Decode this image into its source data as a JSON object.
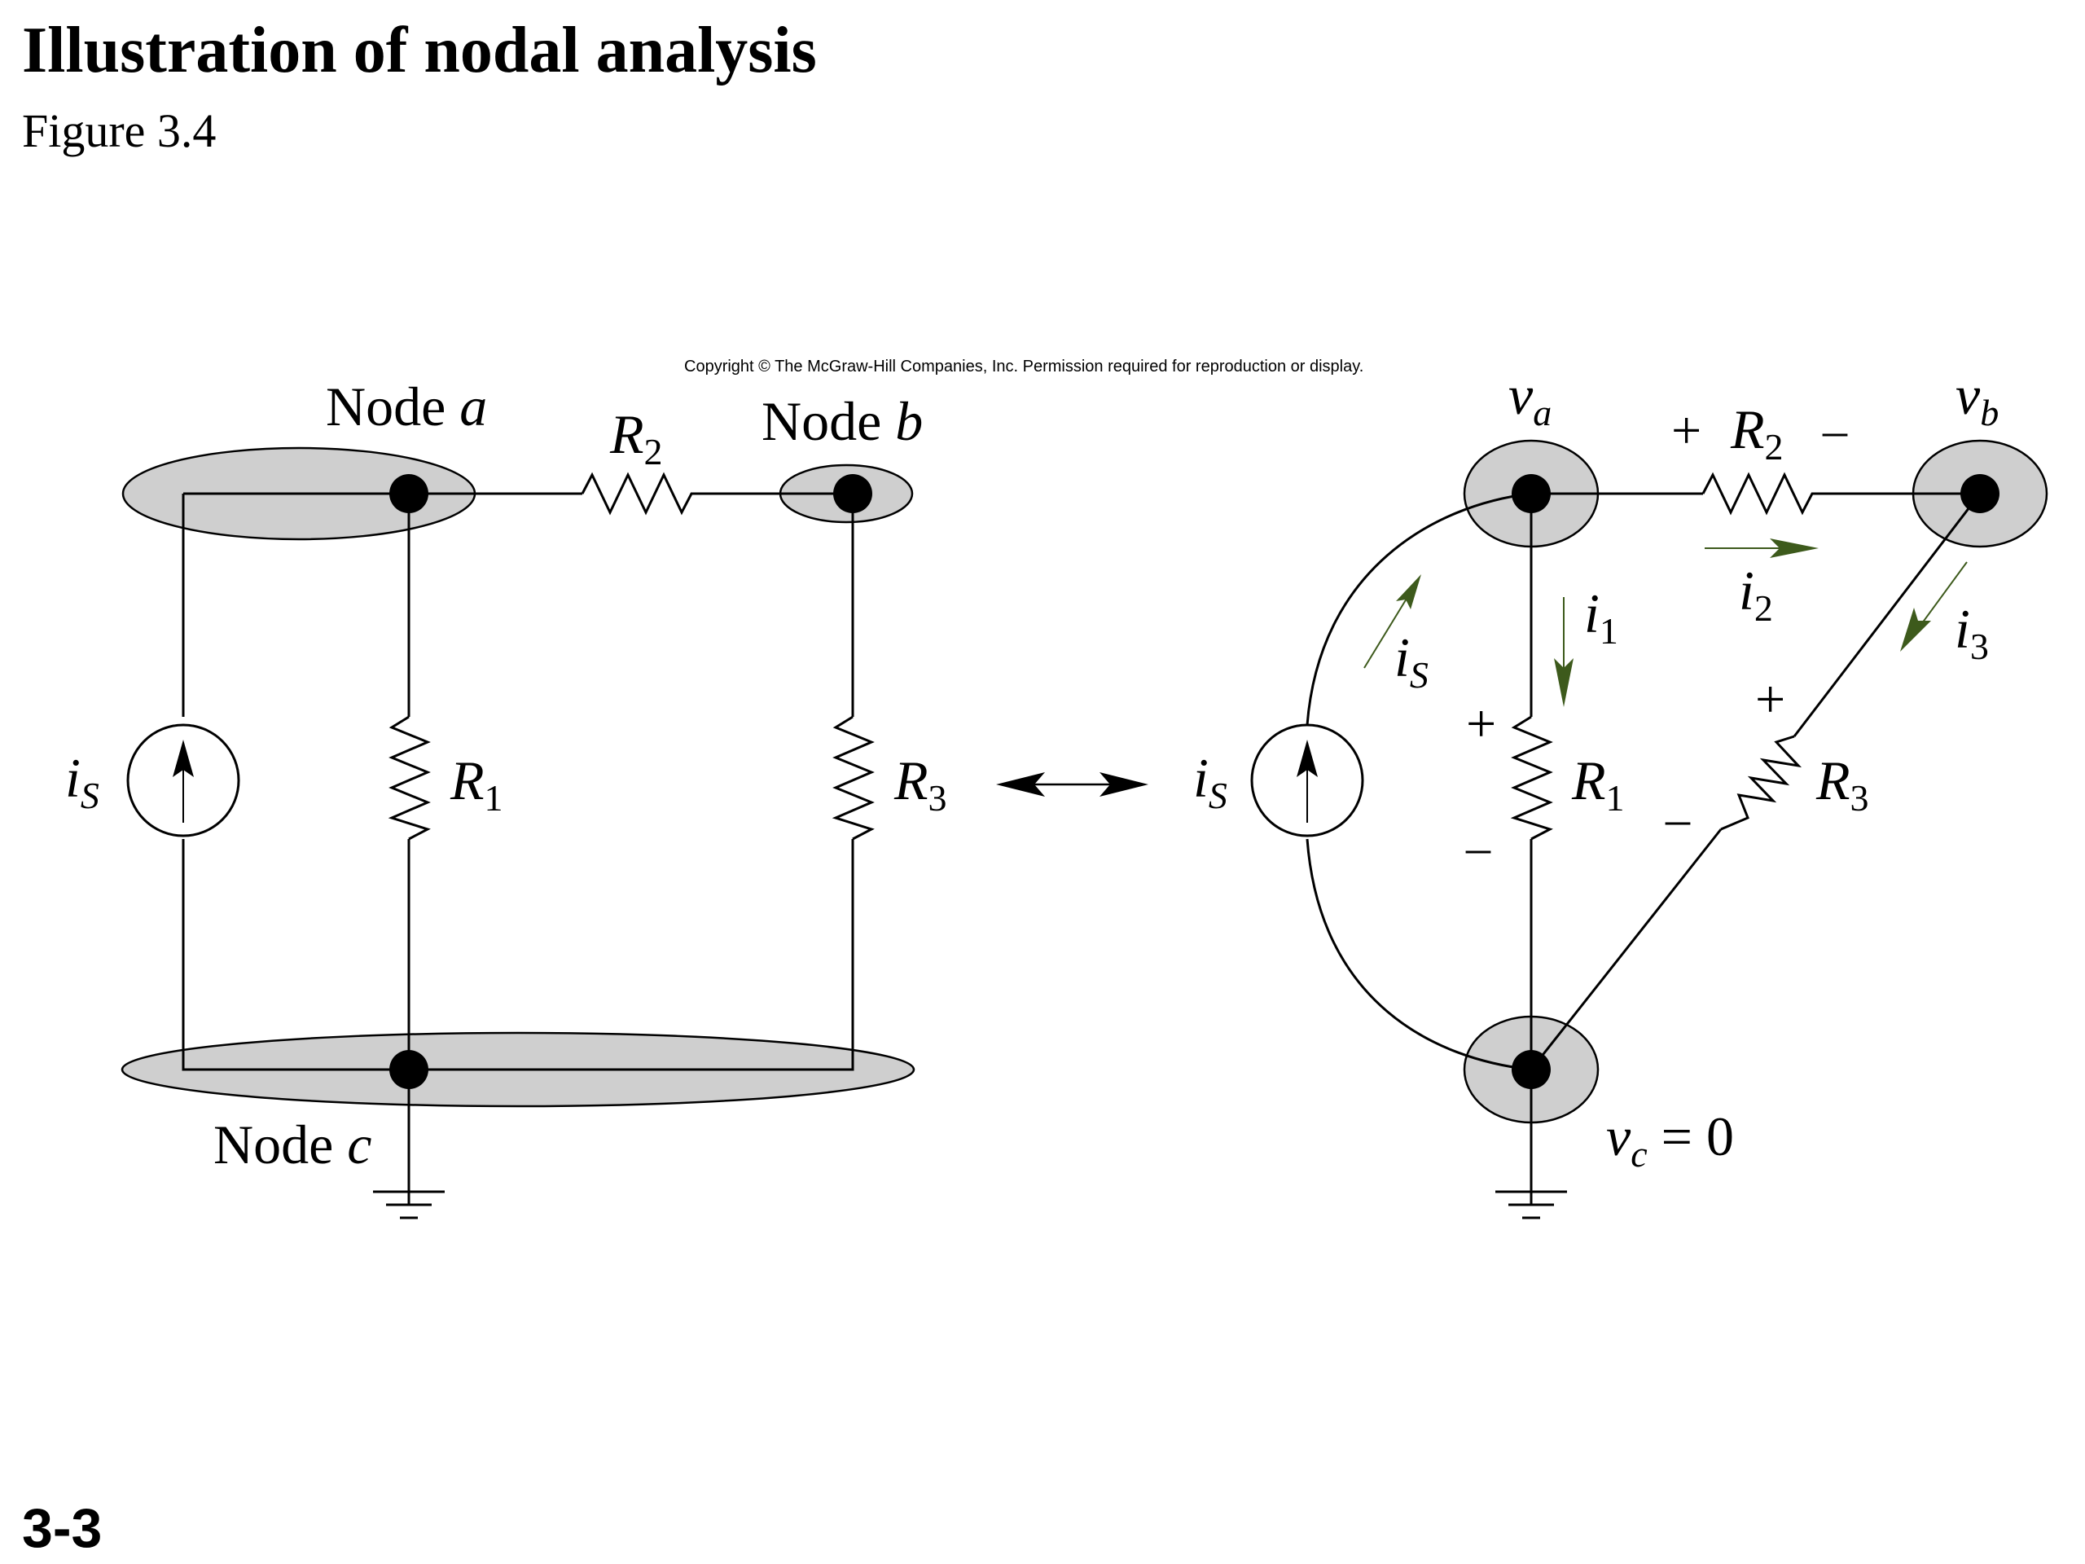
{
  "slide": {
    "title": "Illustration of nodal analysis",
    "subtitle": "Figure 3.4",
    "number": "3-3",
    "copyright": "Copyright © The McGraw-Hill Companies, Inc. Permission required for reproduction or display."
  },
  "left_circuit": {
    "node_a": {
      "word": "Node ",
      "letter": "a"
    },
    "node_b": {
      "word": "Node ",
      "letter": "b"
    },
    "node_c": {
      "word": "Node ",
      "letter": "c"
    },
    "R1": {
      "sym": "R",
      "sub": "1"
    },
    "R2": {
      "sym": "R",
      "sub": "2"
    },
    "R3": {
      "sym": "R",
      "sub": "3"
    },
    "source": {
      "sym": "i",
      "sub": "S"
    }
  },
  "right_circuit": {
    "va": {
      "sym": "v",
      "sub": "a"
    },
    "vb": {
      "sym": "v",
      "sub": "b"
    },
    "vc": {
      "sym": "v",
      "sub": "c",
      "rest": " = 0"
    },
    "R1": {
      "sym": "R",
      "sub": "1"
    },
    "R2": {
      "sym": "R",
      "sub": "2"
    },
    "R3": {
      "sym": "R",
      "sub": "3"
    },
    "source": {
      "sym": "i",
      "sub": "S"
    },
    "source_current": {
      "sym": "i",
      "sub": "S"
    },
    "i1": {
      "sym": "i",
      "sub": "1"
    },
    "i2": {
      "sym": "i",
      "sub": "2"
    },
    "i3": {
      "sym": "i",
      "sub": "3"
    },
    "plus": "+",
    "minus": "–"
  },
  "colors": {
    "node_fill": "#cfcfcf",
    "current_arrow": "#3d5a1c"
  },
  "icons": {
    "ground": "ground-icon",
    "equivalence": "double-arrow-icon"
  }
}
